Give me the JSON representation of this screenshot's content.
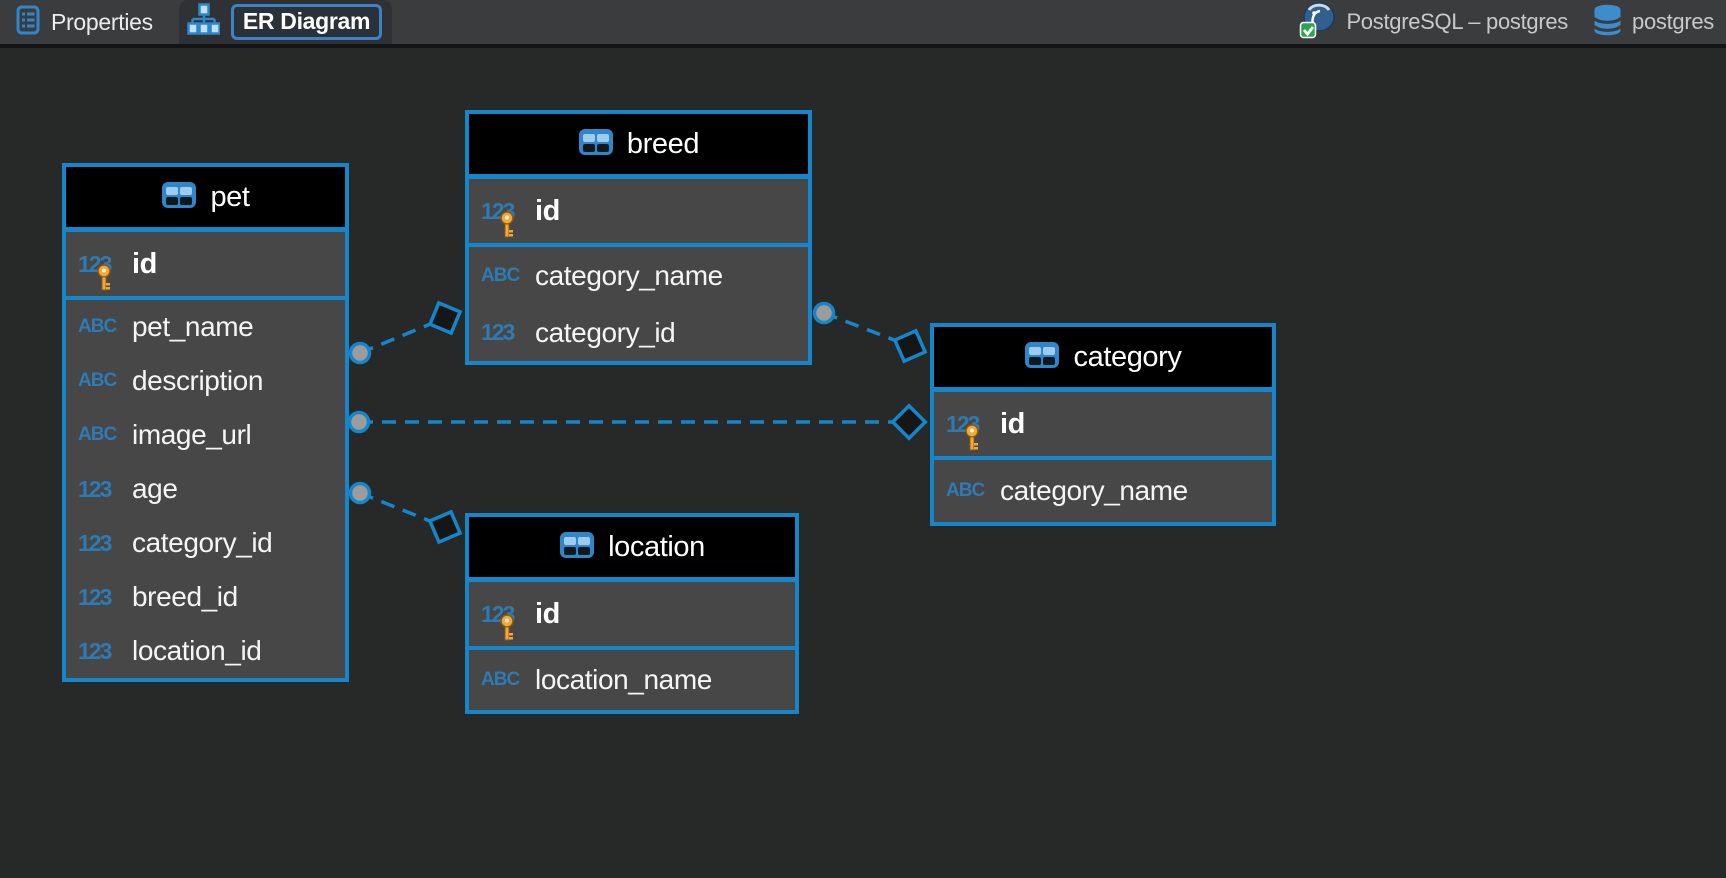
{
  "header": {
    "tabs": [
      {
        "label": "Properties",
        "active": false
      },
      {
        "label": "ER Diagram",
        "active": true
      }
    ],
    "connection": {
      "label": "PostgreSQL – postgres"
    },
    "database": {
      "label": "postgres"
    }
  },
  "colors": {
    "accent_blue": "#1586c9",
    "type_icon_blue": "#2e7ab3",
    "key_gold": "#f2a93b",
    "row_bg": "#474747",
    "entity_header_bg": "#000000",
    "canvas_bg": "#272828"
  },
  "diagram": {
    "tables": [
      {
        "name": "pet",
        "pk": {
          "type_icon": "123",
          "label": "id",
          "key": true
        },
        "fields": [
          {
            "type_icon": "ABC",
            "label": "pet_name"
          },
          {
            "type_icon": "ABC",
            "label": "description"
          },
          {
            "type_icon": "ABC",
            "label": "image_url"
          },
          {
            "type_icon": "123",
            "label": "age"
          },
          {
            "type_icon": "123",
            "label": "category_id"
          },
          {
            "type_icon": "123",
            "label": "breed_id"
          },
          {
            "type_icon": "123",
            "label": "location_id"
          }
        ]
      },
      {
        "name": "breed",
        "pk": {
          "type_icon": "123",
          "label": "id",
          "key": true
        },
        "fields": [
          {
            "type_icon": "ABC",
            "label": "category_name"
          },
          {
            "type_icon": "123",
            "label": "category_id"
          }
        ]
      },
      {
        "name": "category",
        "pk": {
          "type_icon": "123",
          "label": "id",
          "key": true
        },
        "fields": [
          {
            "type_icon": "ABC",
            "label": "category_name"
          }
        ]
      },
      {
        "name": "location",
        "pk": {
          "type_icon": "123",
          "label": "id",
          "key": true
        },
        "fields": [
          {
            "type_icon": "ABC",
            "label": "location_name"
          }
        ]
      }
    ],
    "relations": [
      {
        "from": "pet",
        "to": "breed"
      },
      {
        "from": "pet",
        "to": "category"
      },
      {
        "from": "pet",
        "to": "location"
      },
      {
        "from": "breed",
        "to": "category"
      }
    ]
  }
}
